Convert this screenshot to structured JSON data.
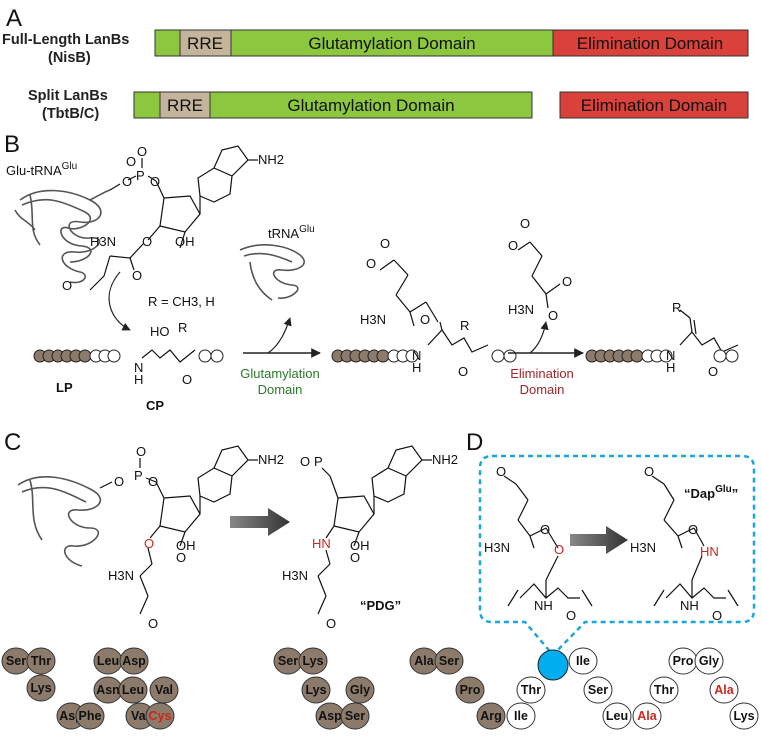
{
  "panels": {
    "a": "A",
    "b": "B",
    "c": "C",
    "d": "D"
  },
  "panel_a": {
    "full_title": "Full-Length LanBs",
    "full_subtitle": "(NisB)",
    "split_title": "Split LanBs",
    "split_subtitle": "(TbtB/C)",
    "rre": "RRE",
    "glutamylation": "Glutamylation Domain",
    "elimination": "Elimination Domain",
    "colors": {
      "green": "#8dc63f",
      "tan": "#c4b49b",
      "red": "#d9413a"
    }
  },
  "panel_b": {
    "glu_trna": "Glu-tRNA",
    "glu_sup": "Glu",
    "trna": "tRNA",
    "trna_sup": "Glu",
    "r_eq": "R = CH3, H",
    "lp": "LP",
    "cp": "CP",
    "glut_domain_1": "Glutamylation",
    "glut_domain_2": "Domain",
    "elim_domain_1": "Elimination",
    "elim_domain_2": "Domain",
    "nh2": "NH2",
    "h3n": "H3N",
    "oh": "OH",
    "ho": "HO",
    "r": "R",
    "nh": "N",
    "h": "H",
    "o": "O",
    "p": "P"
  },
  "panel_c": {
    "pdg": "“PDG”"
  },
  "panel_d": {
    "dap_main": "“Dap",
    "dap_sup": "Glu",
    "dap_end": "”"
  },
  "residues": {
    "modified": [
      "Ser",
      "Thr",
      "Lys",
      "Asp",
      "Phe",
      "Asn",
      "Leu",
      "Asp",
      "Leu",
      "Val",
      "Cys",
      "Val",
      "Ser",
      "Lys",
      "Lys",
      "Asp",
      "Ser",
      "Gly",
      "Ala",
      "Ser",
      "Pro",
      "Arg"
    ],
    "unmodified": [
      "Ile",
      "Thr",
      "Ile",
      "Ser",
      "Leu",
      "Ala",
      "Thr",
      "Pro",
      "Gly",
      "Ala",
      "Lys"
    ],
    "colors": {
      "leader": "#8c7b6b",
      "core": "#ffffff",
      "highlight": "#00adef",
      "red_text": "#c8281e"
    }
  }
}
